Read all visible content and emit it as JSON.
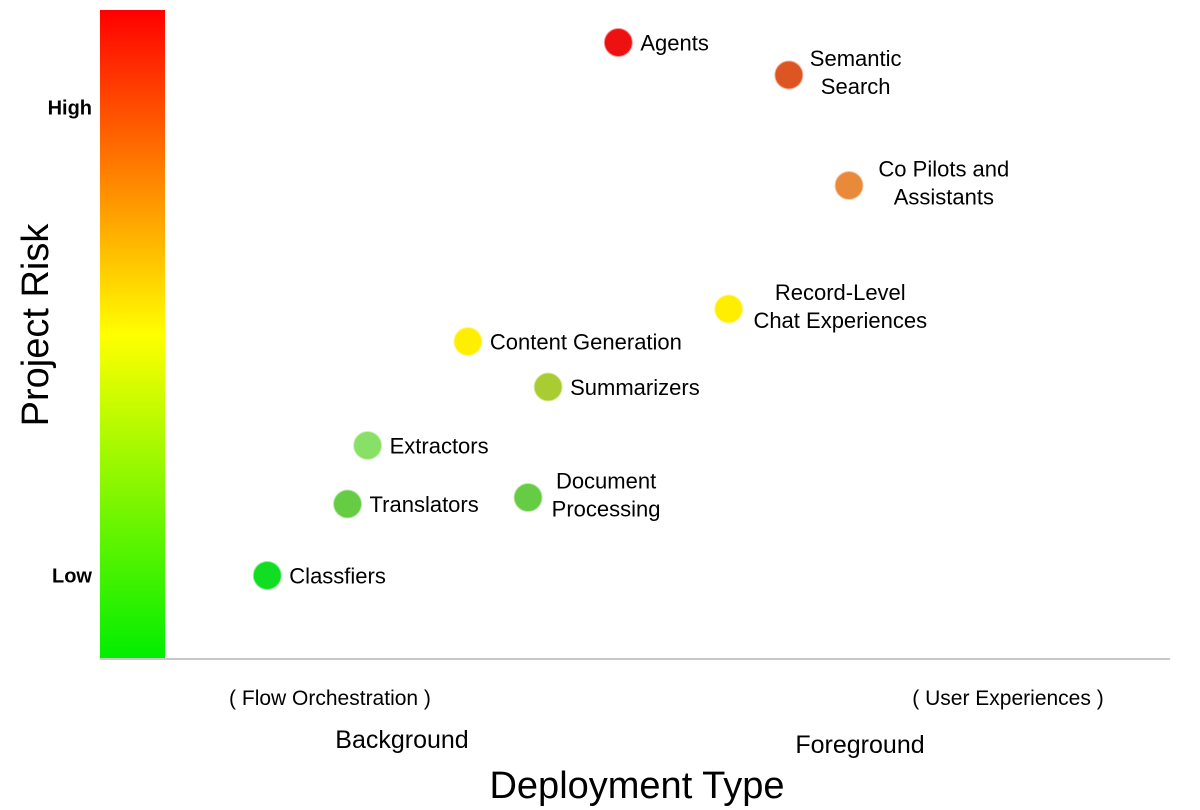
{
  "chart_data": {
    "type": "scatter",
    "xlabel": "Deployment Type",
    "ylabel": "Project Risk",
    "xlim": [
      0,
      100
    ],
    "ylim": [
      0,
      100
    ],
    "grid": false,
    "y_ticks": [
      {
        "label": "High",
        "value": 85
      },
      {
        "label": "Low",
        "value": 13
      }
    ],
    "x_categories": [
      {
        "label": "Background",
        "sublabel": "( Flow Orchestration )",
        "value": 23
      },
      {
        "label": "Foreground",
        "sublabel": "( User Experiences )",
        "value": 70
      }
    ],
    "color_scale": {
      "low": "#00ee00",
      "mid": "#ffff00",
      "high": "#ff0000"
    },
    "points": [
      {
        "label": "Agents",
        "x": 45,
        "y": 95,
        "color": "#ee1111",
        "label_pos": "right"
      },
      {
        "label": "Semantic Search",
        "x": 62,
        "y": 90,
        "color": "#dd5522",
        "label_pos": "right"
      },
      {
        "label": "Co Pilots and Assistants",
        "x": 68,
        "y": 73,
        "color": "#e88a3a",
        "label_pos": "right"
      },
      {
        "label": "Record-Level Chat Experiences",
        "x": 56,
        "y": 54,
        "color": "#ffee00",
        "label_pos": "right"
      },
      {
        "label": "Content Generation",
        "x": 30,
        "y": 49,
        "color": "#ffee00",
        "label_pos": "right"
      },
      {
        "label": "Summarizers",
        "x": 38,
        "y": 42,
        "color": "#aacc33",
        "label_pos": "right"
      },
      {
        "label": "Extractors",
        "x": 20,
        "y": 33,
        "color": "#88e066",
        "label_pos": "right"
      },
      {
        "label": "Translators",
        "x": 18,
        "y": 24,
        "color": "#66cc44",
        "label_pos": "right"
      },
      {
        "label": "Document Processing",
        "x": 36,
        "y": 25,
        "color": "#66cc44",
        "label_pos": "right"
      },
      {
        "label": "Classfiers",
        "x": 10,
        "y": 13,
        "color": "#11dd22",
        "label_pos": "right"
      }
    ]
  }
}
